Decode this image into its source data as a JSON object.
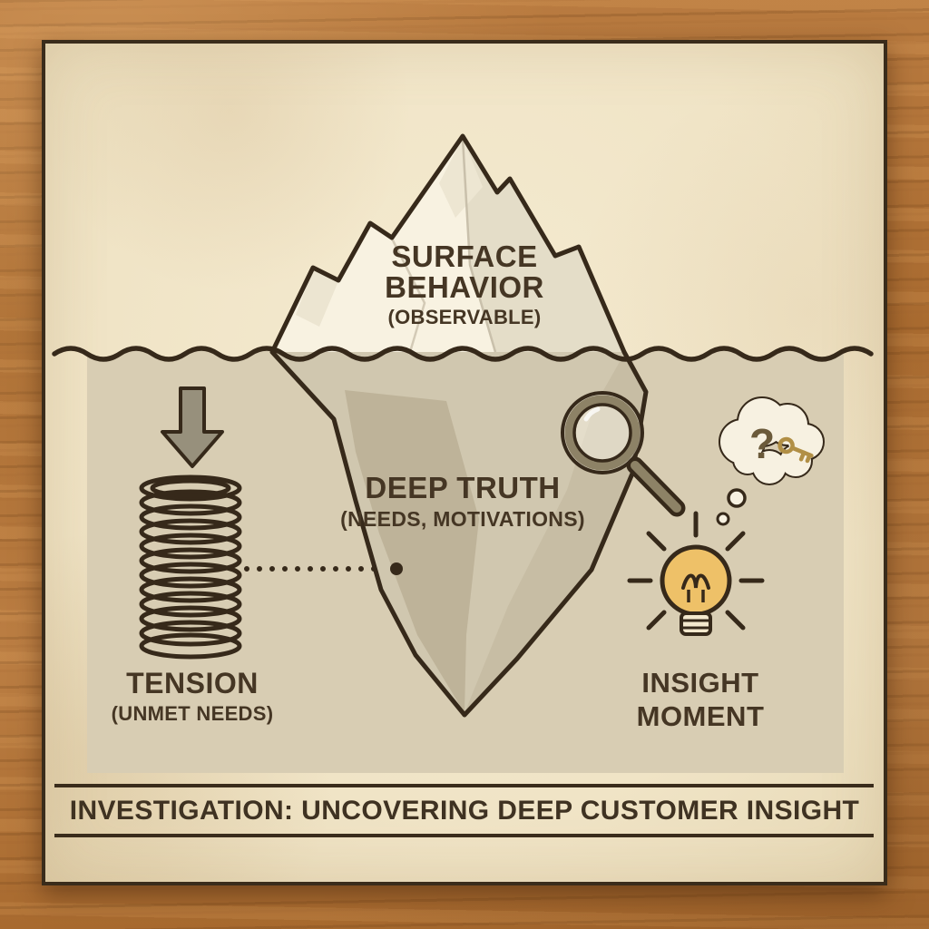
{
  "colors": {
    "wood": "#b5773c",
    "parchment": "#f2e7cb",
    "underwater_band": "#d8cdb3",
    "outline": "#36291a",
    "text": "#453624",
    "iceberg_above": "#f8f2e1",
    "iceberg_below": "#d0c7af",
    "bulb": "#eec168",
    "key_gold": "#b18f45"
  },
  "labels": {
    "surface": {
      "line1": "SURFACE",
      "line2": "BEHAVIOR",
      "sub": "(OBSERVABLE)"
    },
    "deep": {
      "line1": "DEEP TRUTH",
      "sub": "(NEEDS, MOTIVATIONS)"
    },
    "tension": {
      "line1": "TENSION",
      "sub": "(UNMET NEEDS)"
    },
    "insight": {
      "line1": "INSIGHT",
      "line2": "MOMENT"
    },
    "question_mark": "?"
  },
  "footer": {
    "title": "INVESTIGATION: UNCOVERING DEEP CUSTOMER INSIGHT"
  },
  "icons": [
    "arrow-down-icon",
    "spring-icon",
    "dotted-connector",
    "magnifier-icon",
    "thought-cloud-icon",
    "question-mark",
    "key-icon",
    "lightbulb-icon",
    "iceberg-illustration",
    "waterline"
  ]
}
